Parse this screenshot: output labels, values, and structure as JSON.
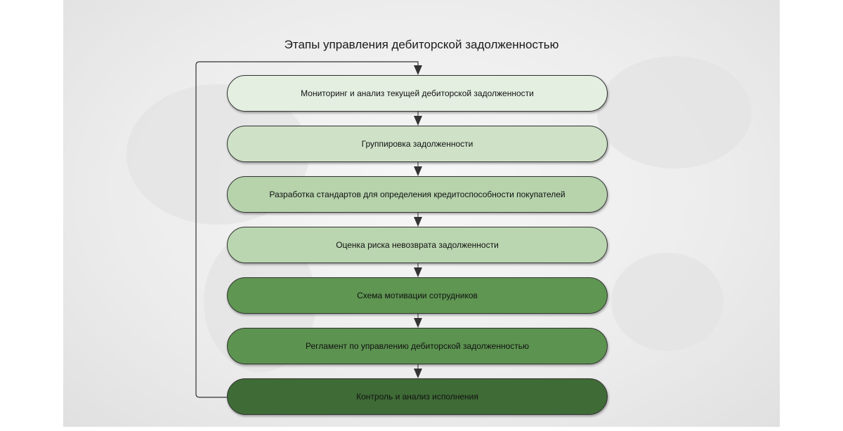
{
  "title": "Этапы управления дебиторской задолженностью",
  "steps": [
    {
      "label": "Мониторинг и анализ текущей дебиторской задолженности",
      "color": "#e4efe1"
    },
    {
      "label": "Группировка задолженности",
      "color": "#cfe2c8"
    },
    {
      "label": "Разработка стандартов для определения кредитоспособности покупателей",
      "color": "#b6d3ac"
    },
    {
      "label": "Оценка риска невозврата задолженности",
      "color": "#bad6b0"
    },
    {
      "label": "Схема мотивации сотрудников",
      "color": "#5f9652"
    },
    {
      "label": "Регламент по управлению дебиторской задолженностью",
      "color": "#5c9350"
    },
    {
      "label": "Контроль и анализ исполнения",
      "color": "#3f6b36"
    }
  ]
}
